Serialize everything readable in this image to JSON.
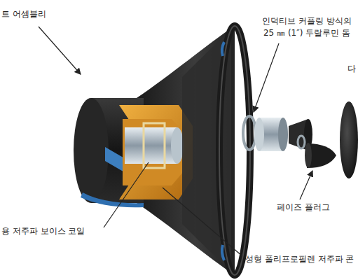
{
  "diagram": {
    "labels": [
      "트 어셈블리",
      "인덕티브 커플링 방식의 25 ㎜ (1″) 두랄루민 돔",
      "다",
      "페이즈 플러그",
      "용 저주파 보이스 코일",
      "성형 폴리프로필렌 저주파 콘"
    ]
  }
}
